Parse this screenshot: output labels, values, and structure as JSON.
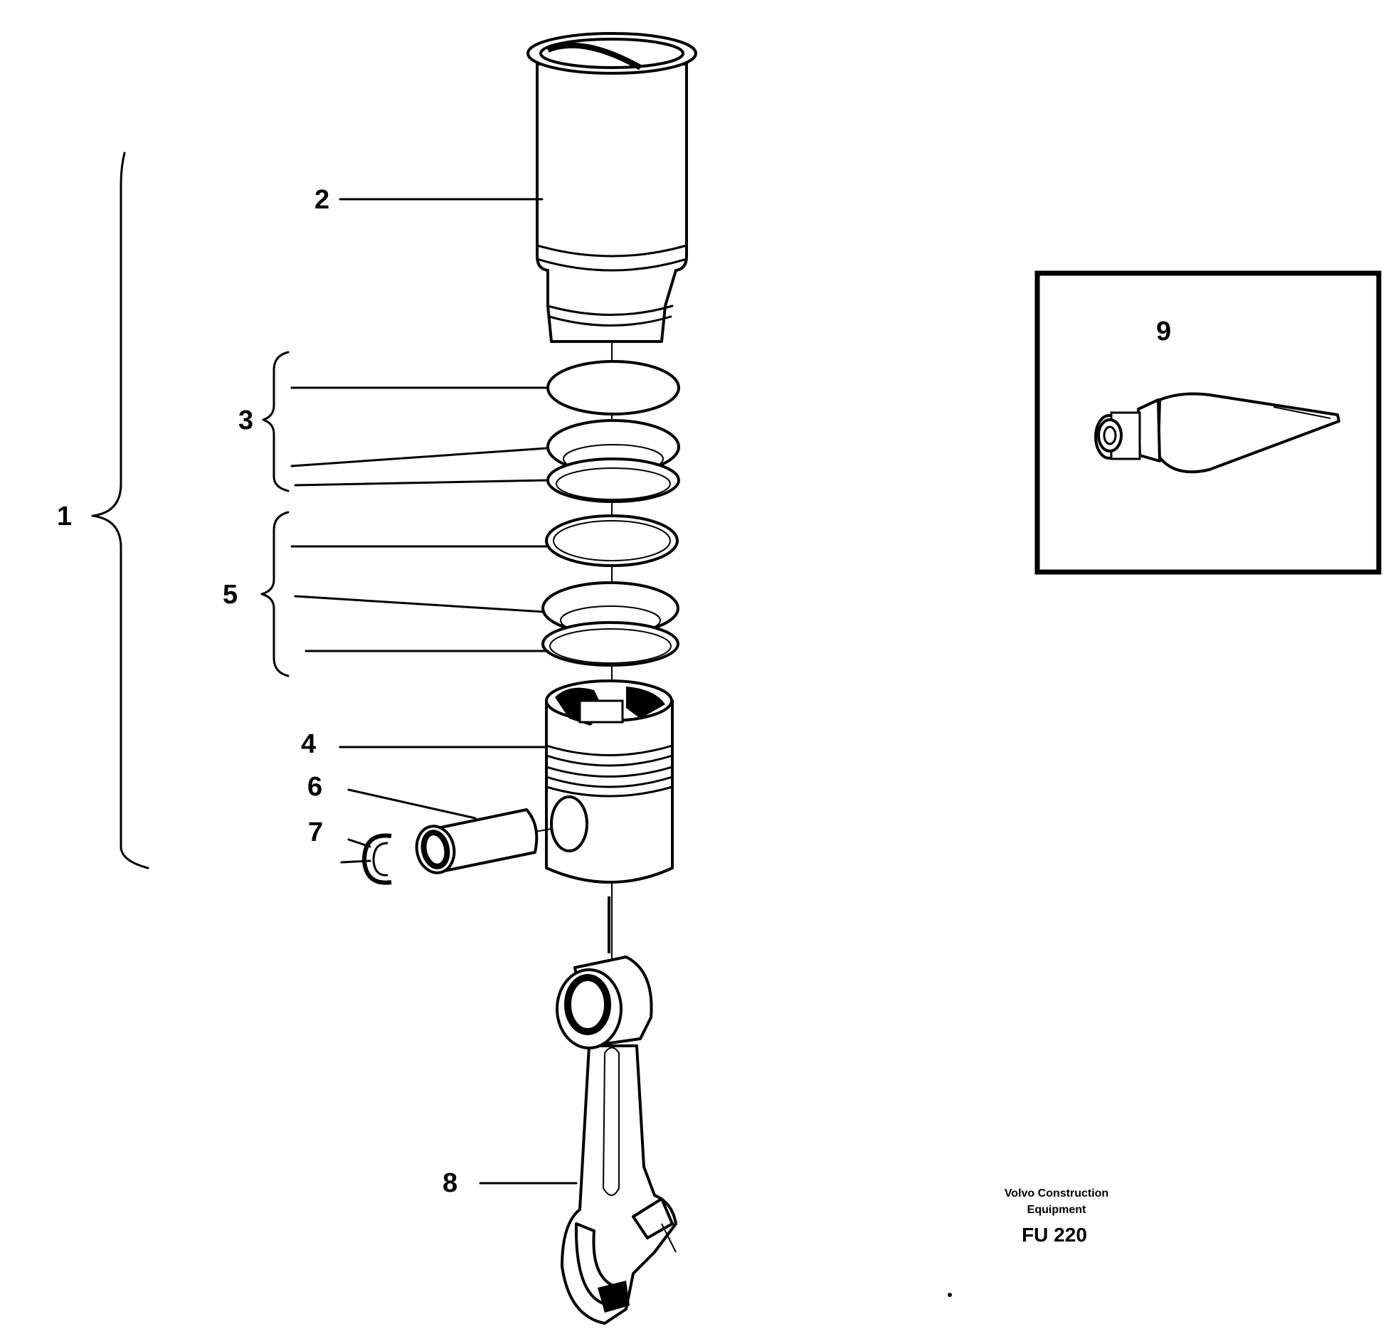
{
  "callouts": {
    "c1": "1",
    "c2": "2",
    "c3": "3",
    "c4": "4",
    "c5": "5",
    "c6": "6",
    "c7": "7",
    "c8": "8",
    "c9": "9"
  },
  "footer": {
    "brand_line1": "Volvo Construction",
    "brand_line2": "Equipment",
    "code": "FU 220"
  },
  "parts_depicted": [
    "cylinder-liner",
    "liner-seal-rings",
    "piston",
    "piston-rings",
    "piston-pin",
    "snap-ring",
    "connecting-rod",
    "sealant-tube"
  ]
}
